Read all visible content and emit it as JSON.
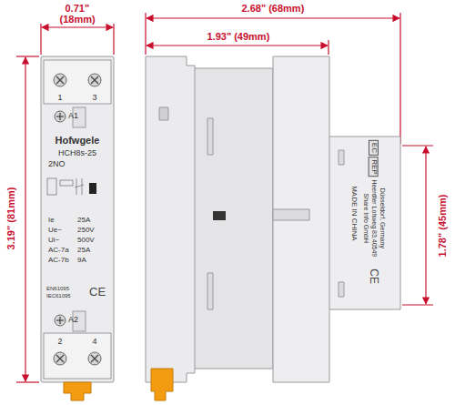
{
  "diagram": {
    "nodes": [
      {
        "text": [
          "1",
          "3",
          "A1",
          "Hofwgele",
          "HCH8s-25",
          "2NO",
          "Ie",
          "25A",
          "Ue~",
          "250V",
          "Ui~",
          "500V",
          "AC-7a",
          "25A",
          "AC-7b",
          "9A",
          "EN61095",
          "IEC61095",
          "CE",
          "A2",
          "2",
          "4"
        ]
      },
      {
        "text": [
          "EC",
          "REP",
          "Share Info GmbH",
          "Heerdter Lohweg 83,40549",
          "Düsseldorf, Germany",
          "MADE IN CHINA",
          "CE"
        ]
      }
    ],
    "labels": [
      "0.71\"",
      "(18mm)",
      "2.68\" (68mm)",
      "1.93\" (49mm)",
      "3.19\" (81mm)",
      "1.78\" (45mm)"
    ]
  }
}
